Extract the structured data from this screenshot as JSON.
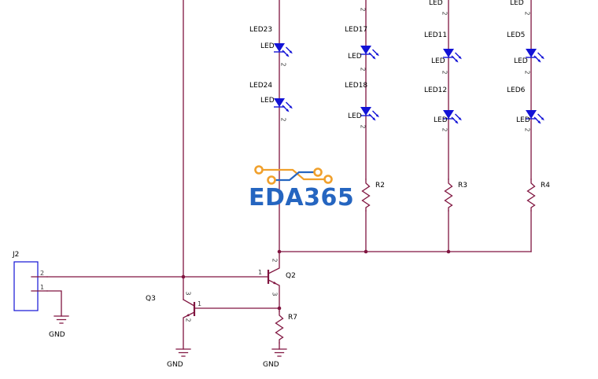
{
  "watermark": {
    "text": "EDA365"
  },
  "labels": {
    "led_value": "LED",
    "pin1": "1",
    "pin2": "2",
    "pin3": "3",
    "gnd": "GND",
    "j2": "J2",
    "q2": "Q2",
    "q3": "Q3",
    "r2": "R2",
    "r3": "R3",
    "r4": "R4",
    "r7": "R7",
    "led23": "LED23",
    "led24": "LED24",
    "led17": "LED17",
    "led18": "LED18",
    "led11": "LED11",
    "led12": "LED12",
    "led5": "LED5",
    "led6": "LED6"
  },
  "colors": {
    "wire": "#801540",
    "led_symbol": "#1313d6",
    "logo_text": "#2565c0",
    "logo_pad": "#f0a02c"
  }
}
